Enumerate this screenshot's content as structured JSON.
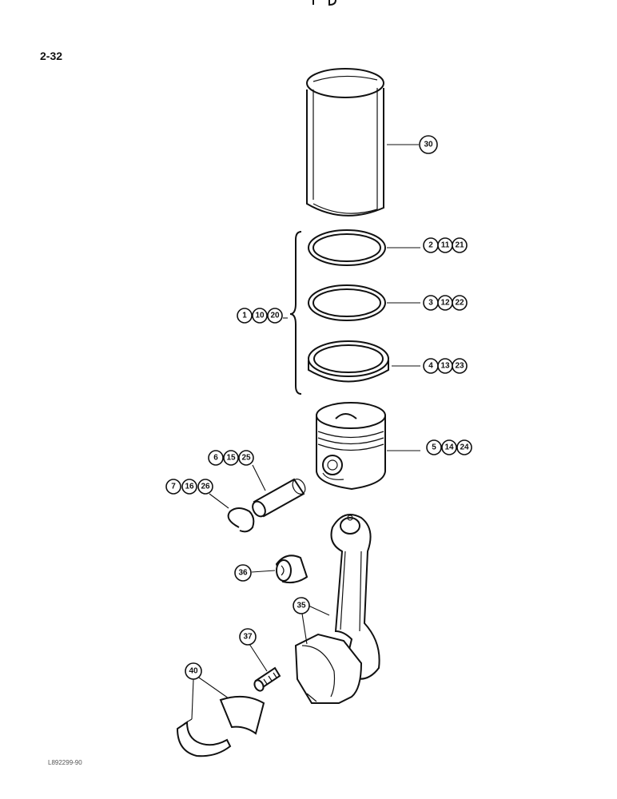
{
  "page": {
    "number": "2-32",
    "figure_code": "L892299-90"
  },
  "callouts": {
    "liner": [
      "30"
    ],
    "ring_top": [
      "2",
      "11",
      "21"
    ],
    "ring_mid": [
      "3",
      "12",
      "22"
    ],
    "ring_bottom": [
      "4",
      "13",
      "23"
    ],
    "ring_set": [
      "1",
      "10",
      "20"
    ],
    "piston": [
      "5",
      "14",
      "24"
    ],
    "pin": [
      "6",
      "15",
      "25"
    ],
    "snap_ring": [
      "7",
      "16",
      "26"
    ],
    "bushing": [
      "36"
    ],
    "rod": [
      "35"
    ],
    "bolt": [
      "37"
    ],
    "bearing": [
      "40"
    ]
  }
}
